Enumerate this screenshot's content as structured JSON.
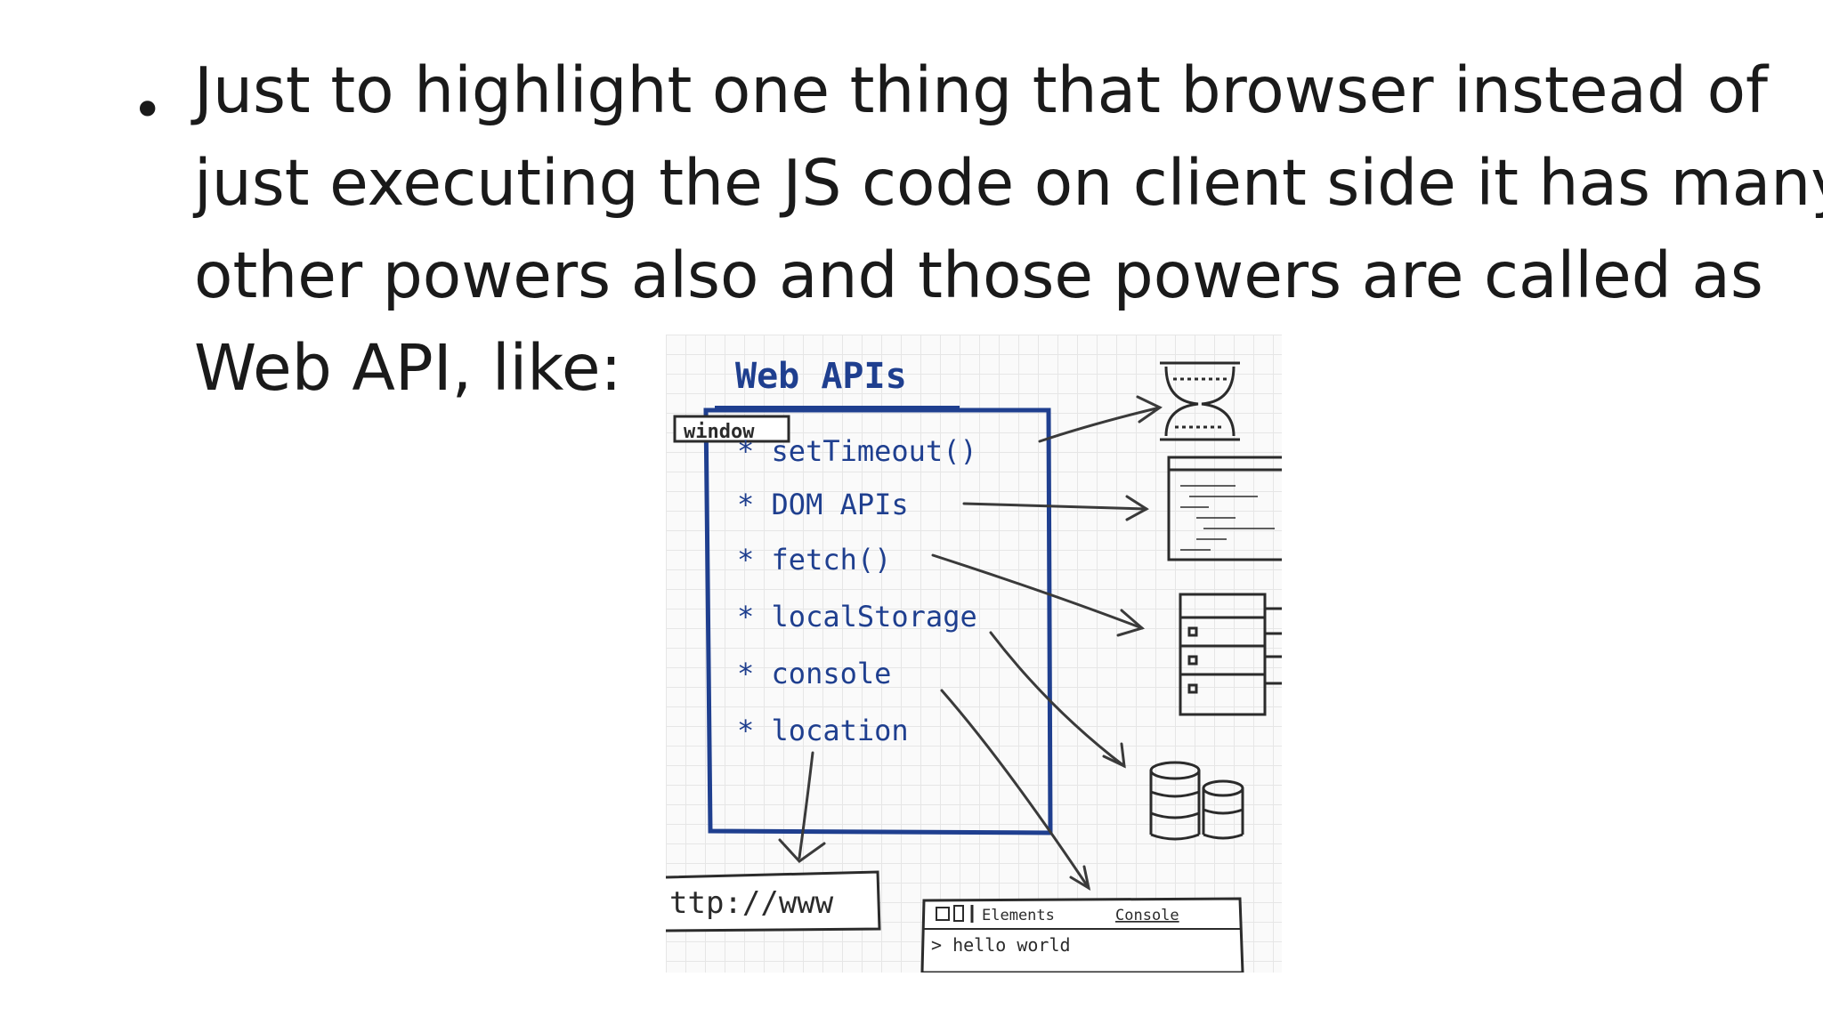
{
  "bullet": {
    "symbol": "•",
    "lines": [
      "Just to highlight one thing that browser instead of",
      "just executing the JS code on client side it has many",
      "other powers also and those powers are called as",
      "Web API, like:"
    ]
  },
  "diagram": {
    "title": "Web APIs",
    "window_label": "window",
    "items": [
      "* setTimeout()",
      "* DOM APIs",
      "* fetch()",
      "* localStorage",
      "* console",
      "* location"
    ],
    "url_box": "ttp://www",
    "devtools": {
      "tab_elements": "Elements",
      "tab_console": "Console",
      "console_line": "> hello world"
    },
    "colors": {
      "ink_blue": "#1f3f8f",
      "ink_dark": "#2b2b2b",
      "grid": "#e6e6e6"
    }
  }
}
